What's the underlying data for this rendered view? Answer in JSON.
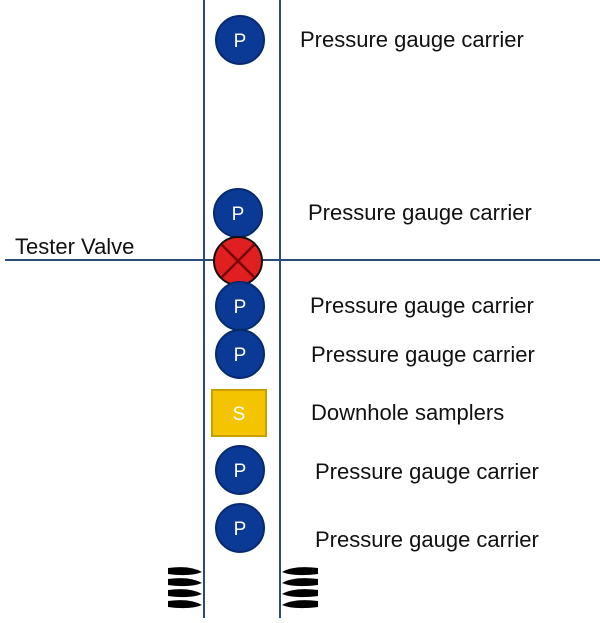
{
  "tester_valve": {
    "label": "Tester Valve"
  },
  "tools": [
    {
      "kind": "gauge",
      "symbol": "P",
      "label": "Pressure gauge carrier"
    },
    {
      "kind": "gauge",
      "symbol": "P",
      "label": "Pressure gauge carrier"
    },
    {
      "kind": "valve",
      "symbol": "",
      "label": ""
    },
    {
      "kind": "gauge",
      "symbol": "P",
      "label": "Pressure gauge carrier"
    },
    {
      "kind": "gauge",
      "symbol": "P",
      "label": "Pressure gauge carrier"
    },
    {
      "kind": "sampler",
      "symbol": "S",
      "label": "Downhole samplers"
    },
    {
      "kind": "gauge",
      "symbol": "P",
      "label": "Pressure gauge carrier"
    },
    {
      "kind": "gauge",
      "symbol": "P",
      "label": "Pressure gauge carrier"
    }
  ],
  "colors": {
    "line": "#2a4a78",
    "gauge_fill": "#0a3a96",
    "gauge_stroke": "#07296e",
    "valve_fill": "#e02020",
    "valve_cross": "#7a0000",
    "sampler_fill": "#f5c400",
    "sampler_stroke": "#c9a000",
    "packer": "#000000"
  }
}
